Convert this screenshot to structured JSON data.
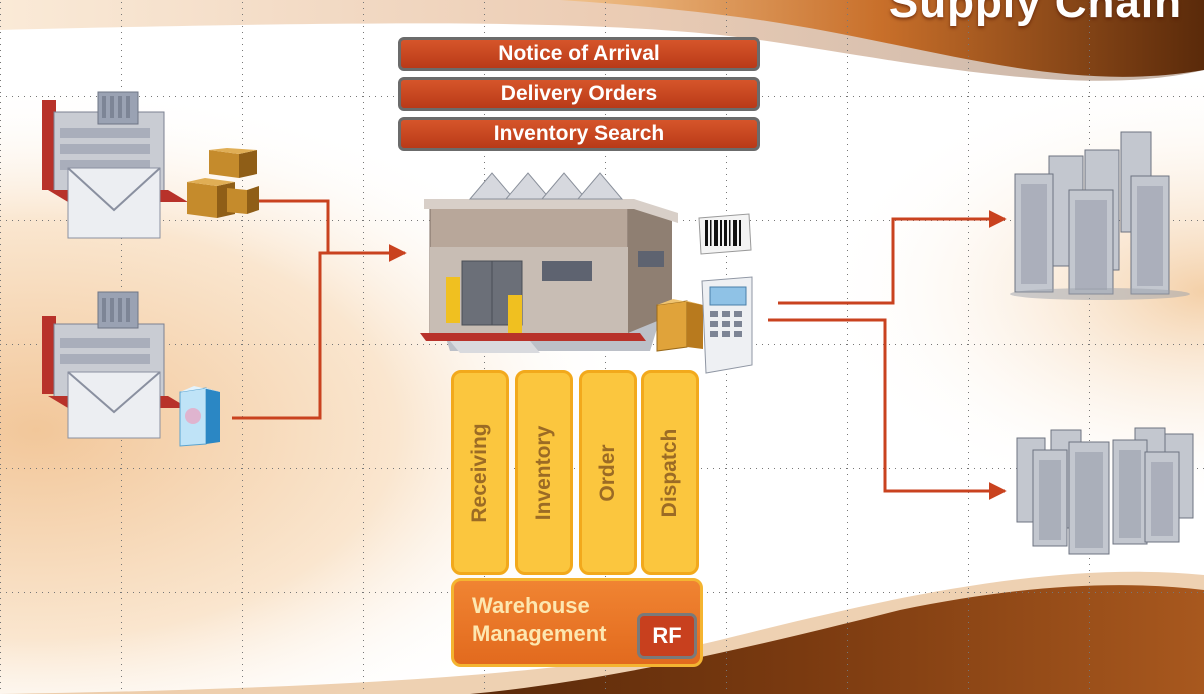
{
  "title": "Supply Chain",
  "top_buttons": [
    "Notice of Arrival",
    "Delivery Orders",
    "Inventory Search"
  ],
  "modules": [
    "Receiving",
    "Inventory",
    "Order",
    "Dispatch"
  ],
  "warehouse_management": {
    "line1": "Warehouse",
    "line2": "Management",
    "rf_label": "RF"
  },
  "colors": {
    "accent_red": "#c8401e",
    "module_yellow": "#fbc63e",
    "wm_orange": "#e97423",
    "arrow": "#c9421f",
    "swoosh": "#7a3a10"
  },
  "icons": [
    "factory-icon",
    "boxes-icon",
    "software-box-icon",
    "warehouse-icon",
    "barcode-icon",
    "rf-scanner-icon",
    "crate-icon",
    "office-buildings-icon"
  ]
}
